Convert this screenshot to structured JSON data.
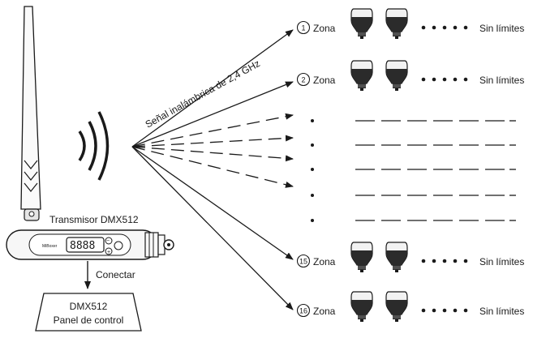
{
  "signal_label": "Señal inalámbrica de 2,4 GHz",
  "transmitter": {
    "label": "Transmisor DMX512",
    "display": "8888",
    "brand": "MiBoxer"
  },
  "connect_label": "Conectar",
  "panel": {
    "line1": "DMX512",
    "line2": "Panel de control"
  },
  "zones": [
    {
      "number": "1",
      "label": "Zona",
      "limit": "Sin límites"
    },
    {
      "number": "2",
      "label": "Zona",
      "limit": "Sin límites"
    },
    {
      "number": "15",
      "label": "Zona",
      "limit": "Sin límites"
    },
    {
      "number": "16",
      "label": "Zona",
      "limit": "Sin límites"
    }
  ],
  "colors": {
    "stroke": "#1a1a1a",
    "bulb_cap": "#2b2b2b",
    "bulb_body": "#f2f2f2"
  }
}
